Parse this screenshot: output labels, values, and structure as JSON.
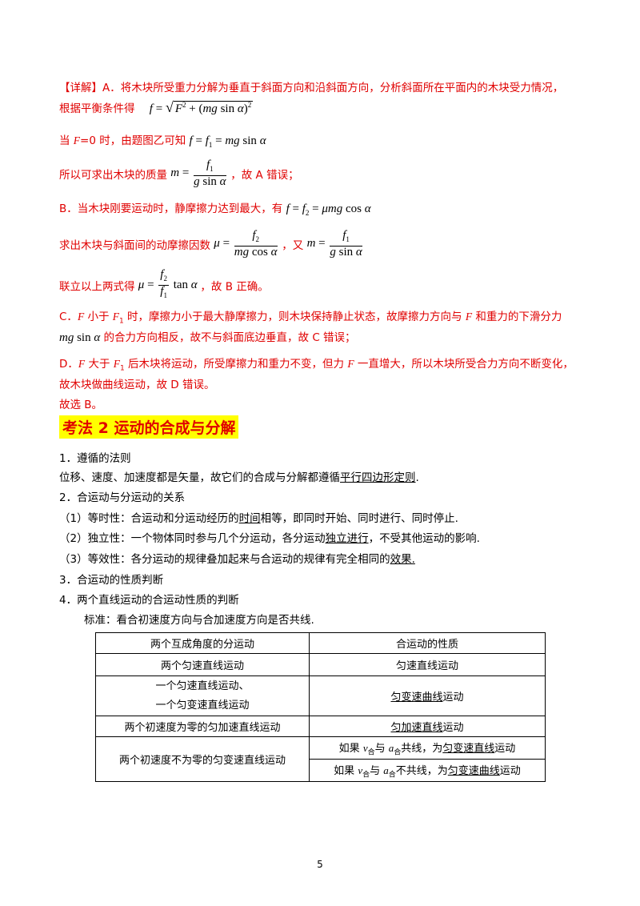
{
  "explain": {
    "tag": "【详解】",
    "a_line1": "A．将木块所受重力分解为垂直于斜面方向和沿斜面方向，分析斜面所在平面内的木块受力情况，",
    "a_line2_prefix": "根据平衡条件得",
    "a_eq1": "f = √(F² + (mg sin α)²)",
    "a_line3_prefix": "当 F=0 时，由题图乙可知",
    "a_eq2": "f = f₁ = mg sin α",
    "a_line4_prefix": "所以可求出木块的质量",
    "a_eq3": "m = f₁ / (g sin α)",
    "a_line4_suffix": "，故 A 错误；",
    "b_line1_prefix": "B．当木块刚要运动时，静摩擦力达到最大，有",
    "b_eq1": "f = f₂ = μmg cos α",
    "b_line2_prefix": "求出木块与斜面间的动摩擦因数",
    "b_eq2": "μ = f₂ / (mg cos α)",
    "b_line2_mid": "，又",
    "b_eq3": "m = f₁ / (g sin α)",
    "b_line3_prefix": "联立以上两式得",
    "b_eq4": "μ = (f₂ / f₁) tan α",
    "b_line3_suffix": "，故 B 正确。",
    "c_line1": "C．F 小于 F₁ 时，摩擦力小于最大静摩擦力，则木块保持静止状态，故摩擦力方向与 F 和重力的下滑分力",
    "c_line2": "mg sin α 的合力方向相反，故不与斜面底边垂直，故 C 错误；",
    "d_line1": "D．F 大于 F₁ 后木块将运动，所受摩擦力和重力不变，但力 F 一直增大，所以木块所受合力方向不断变化，",
    "d_line2": "故木块做曲线运动，故 D 错误。",
    "answer": "故选 B。"
  },
  "section": {
    "heading": "考法 2  运动的合成与分解",
    "p1_title": "1．遵循的法则",
    "p1_text_a": "位移、速度、加速度都是矢量，故它们的合成与分解都遵循",
    "p1_text_u": "平行四边形定则",
    "p1_text_b": ".",
    "p2_title": "2．合运动与分运动的关系",
    "p2_1_a": "（1）等时性：合运动和分运动经历的",
    "p2_1_u": "时间",
    "p2_1_b": "相等，即同时开始、同时进行、同时停止.",
    "p2_2_a": "（2）独立性：一个物体同时参与几个分运动，各分运动",
    "p2_2_u": "独立进行",
    "p2_2_b": "，不受其他运动的影响.",
    "p2_3_a": "（3）等效性：各分运动的规律叠加起来与合运动的规律有完全相同的",
    "p2_3_u": "效果.",
    "p3_title": "3．合运动的性质判断",
    "p4_title": "4．两个直线运动的合运动性质的判断",
    "standard": "标准：看合初速度方向与合加速度方向是否共线."
  },
  "table": {
    "header": [
      "两个互成角度的分运动",
      "合运动的性质"
    ],
    "row1": [
      "两个匀速直线运动",
      "匀速直线运动"
    ],
    "row2_left_a": "一个匀速直线运动、",
    "row2_left_b": "一个匀变速直线运动",
    "row2_right": "匀变速曲线运动",
    "row3_left": "两个初速度为零的匀加速直线运动",
    "row3_right_u": "匀加速直线",
    "row3_right_b": "运动",
    "row4_left": "两个初速度不为零的匀变速直线运动",
    "row4_r1_a": "如果 v合与 a合共线，为",
    "row4_r1_u": "匀变速直线",
    "row4_r1_b": "运动",
    "row4_r2_a": "如果 v合与 a合不共线，为",
    "row4_r2_u": "匀变速曲线",
    "row4_r2_b": "运动"
  },
  "page_number": "5"
}
